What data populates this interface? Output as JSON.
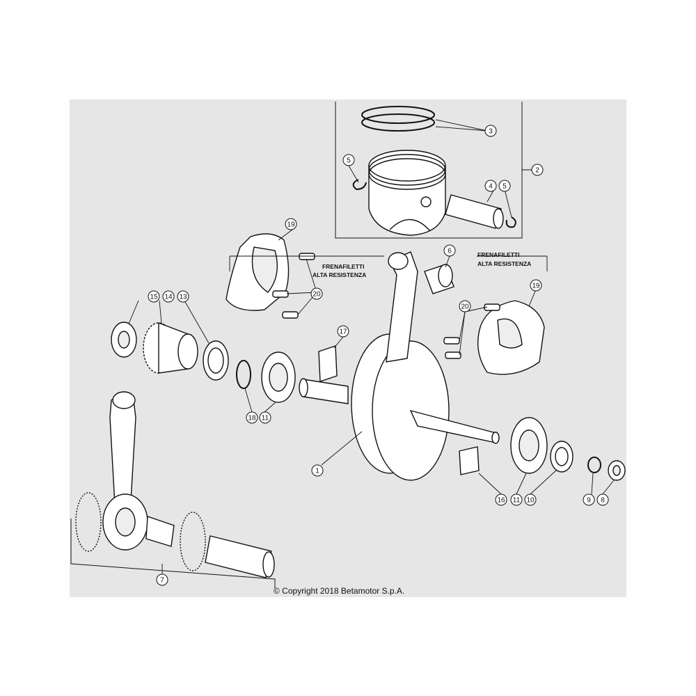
{
  "callouts": [
    "1",
    "2",
    "3",
    "4",
    "5",
    "5",
    "6",
    "7",
    "8",
    "9",
    "10",
    "11",
    "11",
    "13",
    "14",
    "15",
    "16",
    "17",
    "18",
    "19",
    "19",
    "20",
    "20"
  ],
  "notes": {
    "left": {
      "line1": "FRENAFILETTI",
      "line2": "ALTA RESISTENZA"
    },
    "right": {
      "line1": "FRENAFILETTI",
      "line2": "ALTA RESISTENZA"
    }
  },
  "copyright": "© Copyright 2018 Betamotor S.p.A.",
  "colors": {
    "panel": "#e6e6e6",
    "ink": "#111111",
    "fill": "#ffffff"
  }
}
